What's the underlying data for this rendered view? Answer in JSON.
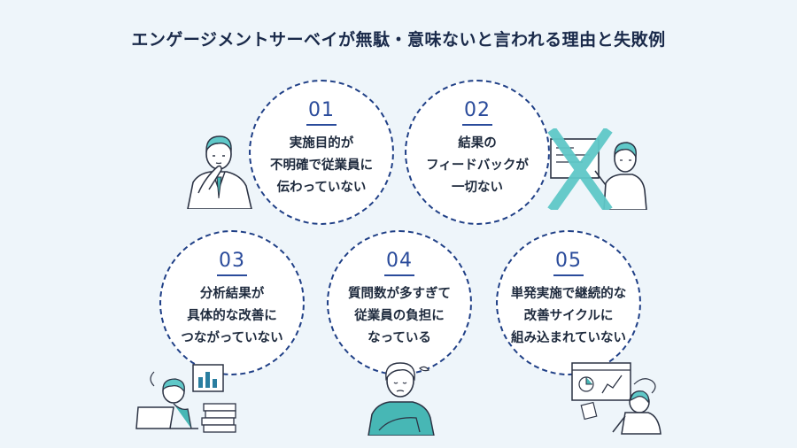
{
  "title": "エンゲージメントサーベイが無駄・意味ないと言われる理由と失敗例",
  "items": [
    {
      "number": "01",
      "lines": [
        "実施目的が",
        "不明確で従業員に",
        "伝わっていない"
      ]
    },
    {
      "number": "02",
      "lines": [
        "結果の",
        "フィードバックが",
        "一切ない"
      ]
    },
    {
      "number": "03",
      "lines": [
        "分析結果が",
        "具体的な改善に",
        "つながっていない"
      ]
    },
    {
      "number": "04",
      "lines": [
        "質問数が多すぎて",
        "従業員の負担に",
        "なっている"
      ]
    },
    {
      "number": "05",
      "lines": [
        "単発実施で継続的な",
        "改善サイクルに",
        "組み込まれていない"
      ]
    }
  ],
  "colors": {
    "background": "#eef5fa",
    "circle_border": "#1f3f86",
    "number": "#2a4b9b",
    "accent": "#5fc8c8",
    "text": "#1e2a3d"
  }
}
